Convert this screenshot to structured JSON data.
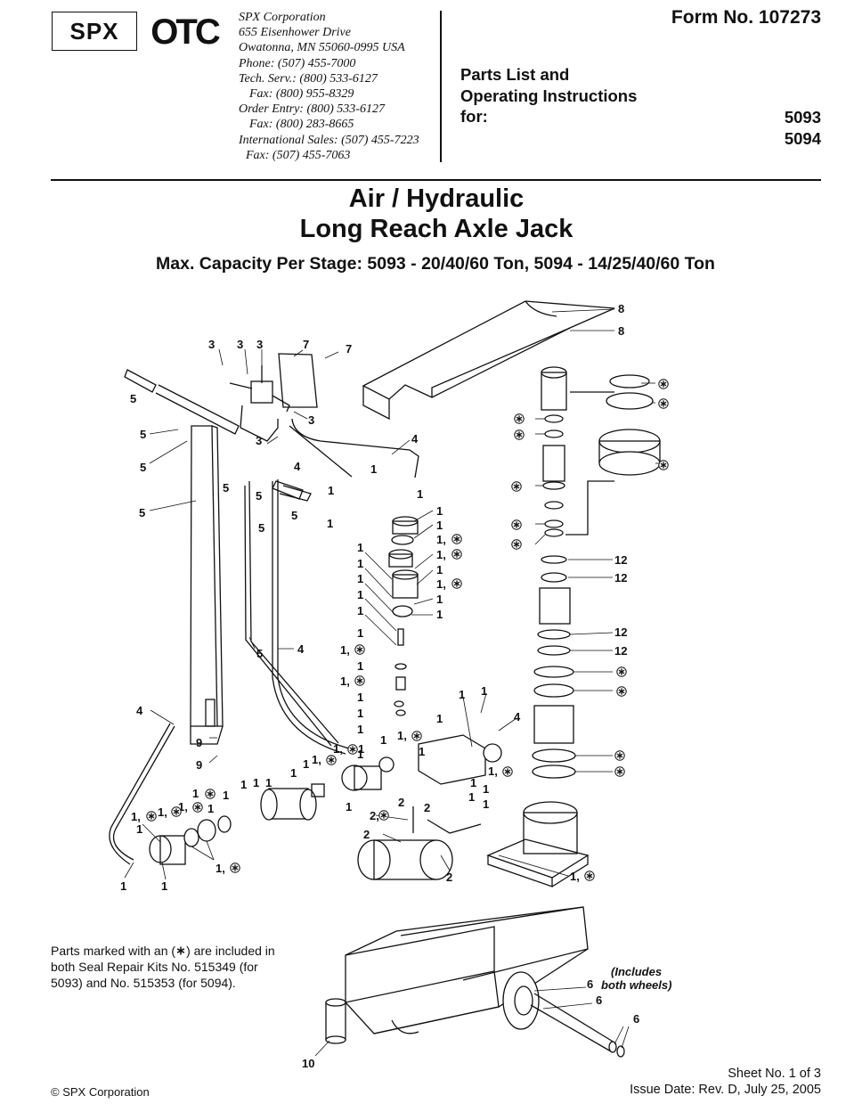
{
  "header": {
    "logo_spx": "SPX",
    "logo_otc": "OTC",
    "address": {
      "company": "SPX Corporation",
      "street": "655 Eisenhower Drive",
      "city": "Owatonna, MN  55060-0995  USA",
      "phone": "Phone: (507) 455-7000",
      "tech_serv": "Tech. Serv.: (800) 533-6127",
      "tech_fax": "Fax: (800) 955-8329",
      "order_entry": "Order Entry: (800) 533-6127",
      "order_fax": "Fax: (800) 283-8665",
      "intl_sales": "International Sales: (507) 455-7223",
      "intl_fax": "Fax: (507) 455-7063"
    },
    "form_no": "Form No. 107273",
    "parts_list_line1": "Parts List and",
    "parts_list_line2": "Operating Instructions",
    "parts_list_line3": "for:",
    "model_1": "5093",
    "model_2": "5094"
  },
  "title": {
    "line1": "Air / Hydraulic",
    "line2": "Long Reach Axle Jack",
    "subtitle": "Max. Capacity Per Stage: 5093 - 20/40/60 Ton, 5094 - 14/25/40/60 Ton"
  },
  "diagram": {
    "labels": {
      "l1": "1",
      "l2": "2",
      "l3": "3",
      "l4": "4",
      "l5": "5",
      "l6": "6",
      "l7": "7",
      "l8": "8",
      "l9": "9",
      "l10": "10",
      "l12": "12",
      "l1s": "1,",
      "l2s": "2,",
      "includes_line1": "(Includes",
      "includes_line2": "both wheels)"
    },
    "seal_icon": "seal-kit-asterisk-icon"
  },
  "note": {
    "text1": "Parts marked with an (",
    "text2": ") are included in both Seal Repair Kits No. 515349 (for 5093) and No. 515353 (for 5094)."
  },
  "footer": {
    "copyright": "© SPX Corporation",
    "sheet": "Sheet No. 1 of 3",
    "issue": "Issue Date:  Rev. D, July 25, 2005"
  }
}
